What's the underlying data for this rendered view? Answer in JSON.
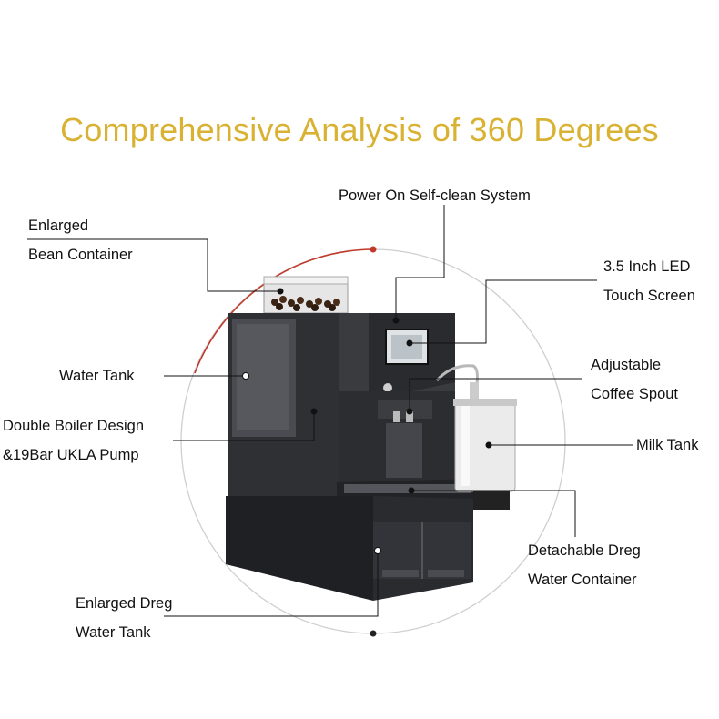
{
  "title": "Comprehensive Analysis of 360 Degrees",
  "colors": {
    "title": "#d9b233",
    "circle": "#c9c9c9",
    "circle_accent": "#c0392b",
    "machine": "#2a2b2e",
    "leader": "#111111"
  },
  "callouts": {
    "power_clean": [
      "Power On Self-clean System"
    ],
    "bean_container": [
      "Enlarged",
      "Bean Container"
    ],
    "led_screen": [
      "3.5 Inch LED",
      "Touch Screen"
    ],
    "water_tank": [
      "Water Tank"
    ],
    "coffee_spout": [
      "Adjustable",
      "Coffee Spout"
    ],
    "boiler_pump": [
      "Double Boiler Design",
      "&19Bar UKLA Pump"
    ],
    "milk_tank": [
      "Milk Tank"
    ],
    "dreg_container": [
      "Detachable Dreg",
      "Water Container"
    ],
    "dreg_tank": [
      "Enlarged Dreg",
      "Water Tank"
    ]
  }
}
